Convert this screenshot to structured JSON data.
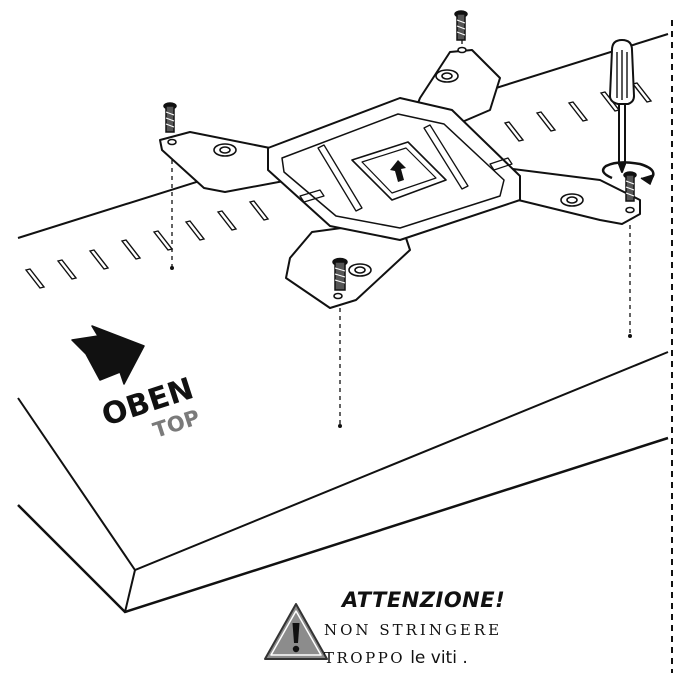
{
  "markings": {
    "oben": "OBEN",
    "top": "TOP"
  },
  "warning": {
    "title": "ATTENZIONE!",
    "line1": "NON STRINGERE",
    "line2_caps": "TROPPO",
    "line2_rest": "le viti ."
  },
  "colors": {
    "line": "#111111",
    "plate_fill": "#ffffff",
    "warning_triangle": "#8c8c8c",
    "top_label": "#7a7a7a"
  },
  "icons": {
    "arrow": "direction-arrow-icon",
    "warning": "warning-triangle-icon",
    "rotation": "rotation-arrow-icon",
    "tool": "screwdriver-icon"
  }
}
